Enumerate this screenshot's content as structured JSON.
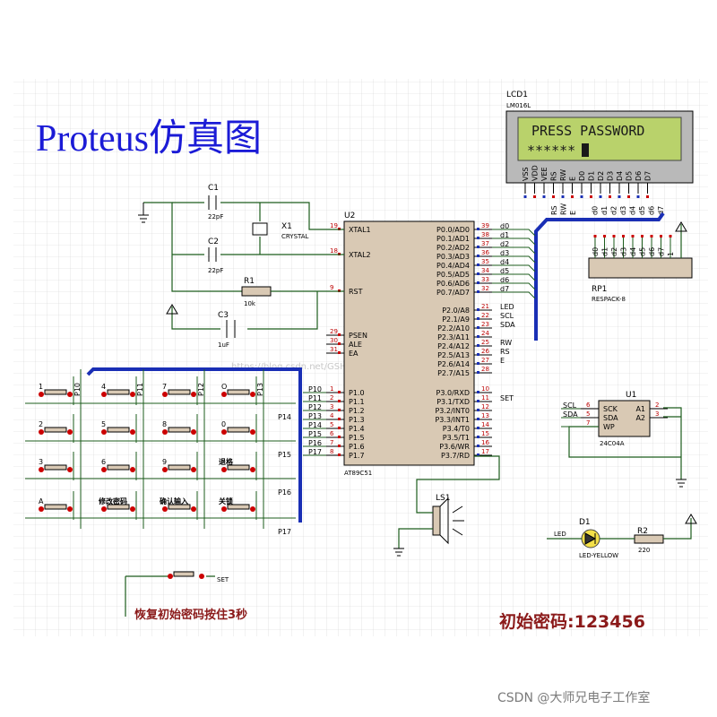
{
  "title": "Proteus仿真图",
  "initial_password_label": "初始密码:123456",
  "watermark": "CSDN @大师兄电子工作室",
  "faint_watermark": "https://blog.csdn.net/GSH_BGH",
  "restore_note": "恢复初始密码按住3秒",
  "lcd": {
    "ref": "LCD1",
    "model": "LM016L",
    "line1": "PRESS PASSWORD",
    "line2": "******",
    "pins": [
      "VSS",
      "VDD",
      "VEE",
      "RS",
      "RW",
      "E",
      "D0",
      "D1",
      "D2",
      "D3",
      "D4",
      "D5",
      "D6",
      "D7"
    ],
    "net_labels": [
      "RS",
      "RW",
      "E",
      "d0",
      "d1",
      "d2",
      "d3",
      "d4",
      "d5",
      "d6",
      "d7"
    ]
  },
  "mcu": {
    "ref": "U2",
    "model": "AT89C51",
    "left_pins": [
      {
        "num": "19",
        "name": "XTAL1"
      },
      {
        "num": "18",
        "name": "XTAL2"
      },
      {
        "num": "9",
        "name": "RST"
      },
      {
        "num": "29",
        "name": "PSEN"
      },
      {
        "num": "30",
        "name": "ALE"
      },
      {
        "num": "31",
        "name": "EA"
      },
      {
        "num": "1",
        "name": "P1.0"
      },
      {
        "num": "2",
        "name": "P1.1"
      },
      {
        "num": "3",
        "name": "P1.2"
      },
      {
        "num": "4",
        "name": "P1.3"
      },
      {
        "num": "5",
        "name": "P1.4"
      },
      {
        "num": "6",
        "name": "P1.5"
      },
      {
        "num": "7",
        "name": "P1.6"
      },
      {
        "num": "8",
        "name": "P1.7"
      }
    ],
    "p1_nets": [
      "P10",
      "P11",
      "P12",
      "P13",
      "P14",
      "P15",
      "P16",
      "P17"
    ],
    "right_pins": [
      {
        "num": "39",
        "name": "P0.0/AD0",
        "net": "d0"
      },
      {
        "num": "38",
        "name": "P0.1/AD1",
        "net": "d1"
      },
      {
        "num": "37",
        "name": "P0.2/AD2",
        "net": "d2"
      },
      {
        "num": "36",
        "name": "P0.3/AD3",
        "net": "d3"
      },
      {
        "num": "35",
        "name": "P0.4/AD4",
        "net": "d4"
      },
      {
        "num": "34",
        "name": "P0.5/AD5",
        "net": "d5"
      },
      {
        "num": "33",
        "name": "P0.6/AD6",
        "net": "d6"
      },
      {
        "num": "32",
        "name": "P0.7/AD7",
        "net": "d7"
      },
      {
        "num": "21",
        "name": "P2.0/A8",
        "net": "LED"
      },
      {
        "num": "22",
        "name": "P2.1/A9",
        "net": "SCL"
      },
      {
        "num": "23",
        "name": "P2.2/A10",
        "net": "SDA"
      },
      {
        "num": "24",
        "name": "P2.3/A11",
        "net": ""
      },
      {
        "num": "25",
        "name": "P2.4/A12",
        "net": "RW"
      },
      {
        "num": "26",
        "name": "P2.5/A13",
        "net": "RS"
      },
      {
        "num": "27",
        "name": "P2.6/A14",
        "net": "E"
      },
      {
        "num": "28",
        "name": "P2.7/A15",
        "net": ""
      },
      {
        "num": "10",
        "name": "P3.0/RXD",
        "net": ""
      },
      {
        "num": "11",
        "name": "P3.1/TXD",
        "net": "SET"
      },
      {
        "num": "12",
        "name": "P3.2/INT0",
        "net": ""
      },
      {
        "num": "13",
        "name": "P3.3/INT1",
        "net": ""
      },
      {
        "num": "14",
        "name": "P3.4/T0",
        "net": ""
      },
      {
        "num": "15",
        "name": "P3.5/T1",
        "net": ""
      },
      {
        "num": "16",
        "name": "P3.6/WR",
        "net": ""
      },
      {
        "num": "17",
        "name": "P3.7/RD",
        "net": ""
      }
    ]
  },
  "components": {
    "c1": {
      "ref": "C1",
      "value": "22pF"
    },
    "c2": {
      "ref": "C2",
      "value": "22pF"
    },
    "x1": {
      "ref": "X1",
      "value": "CRYSTAL"
    },
    "r1": {
      "ref": "R1",
      "value": "10k"
    },
    "c3": {
      "ref": "C3",
      "value": "1uF"
    },
    "rp1": {
      "ref": "RP1",
      "value": "RESPACK-8"
    },
    "u1": {
      "ref": "U1",
      "model": "24C04A",
      "pins": [
        "SCK",
        "SDA",
        "WP",
        "A1",
        "A2"
      ],
      "pin_nums": [
        "6",
        "5",
        "7",
        "2",
        "3"
      ],
      "nets": [
        "SCL",
        "SDA"
      ]
    },
    "ls1": {
      "ref": "LS1"
    },
    "d1": {
      "ref": "D1",
      "model": "LED-YELLOW",
      "net": "LED"
    },
    "r2": {
      "ref": "R2",
      "value": "220"
    },
    "set_button": {
      "net": "SET"
    }
  },
  "keypad": {
    "rows": [
      [
        "1",
        "4",
        "7",
        "O"
      ],
      [
        "2",
        "5",
        "8",
        "0"
      ],
      [
        "3",
        "6",
        "9",
        "退格"
      ],
      [
        "A",
        "修改密码",
        "确认输入",
        "关锁"
      ]
    ],
    "column_nets": [
      "P10",
      "P11",
      "P12",
      "P13"
    ],
    "row_nets": [
      "P14",
      "P15",
      "P16",
      "P17"
    ]
  },
  "colors": {
    "title": "#1b1bd6",
    "bus": "#1a2fb5",
    "chip_fill": "#d9c9b4",
    "lcd_bg": "#b9d26b",
    "label_red": "#8b1a1a",
    "wire": "#1c5c1c"
  }
}
